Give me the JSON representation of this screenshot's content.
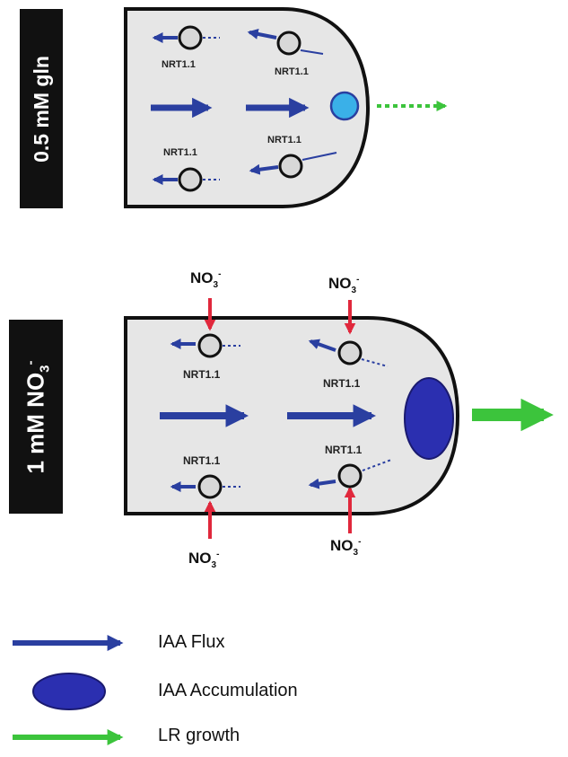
{
  "conditions": {
    "gln": "0.5 mM gln",
    "no3": {
      "prefix": "1 mM NO",
      "sub": "3",
      "sup": "-"
    }
  },
  "transporter_label": "NRT1.1",
  "nitrate": {
    "base": "NO",
    "sub": "3",
    "sup": "-"
  },
  "legend": {
    "iaa_flux": "IAA Flux",
    "iaa_accumulation": "IAA Accumulation",
    "lr_growth": "LR growth"
  },
  "colors": {
    "flux_arrow": "#2a3fa0",
    "accumulation": "#2b2fb0",
    "small_accumulation": "#3ab0e8",
    "growth_arrow": "#3cc43c",
    "nitrate_arrow": "#e0283c",
    "root_fill": "#e6e6e6",
    "label_bg": "#111111"
  }
}
